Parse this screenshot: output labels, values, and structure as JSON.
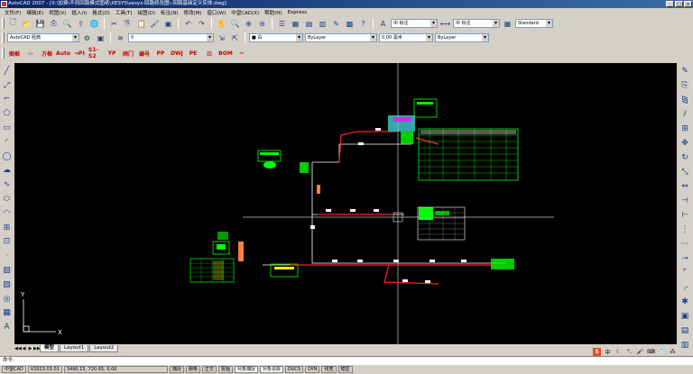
{
  "window": {
    "title": "AutoCAD 2007 - [X:\\加费\\不同回路模式图纸\\XESYS\\xesys-回路修改图\\-回路基础定义实体.dwg]",
    "controls": [
      "_",
      "□",
      "×"
    ]
  },
  "menu": [
    "文件(F)",
    "编辑(E)",
    "视图(V)",
    "插入(I)",
    "格式(O)",
    "工具(T)",
    "绘图(D)",
    "标注(N)",
    "修改(M)",
    "窗口(W)",
    "中望CAD(X)",
    "帮助(H)",
    "Express"
  ],
  "toolbar_row1": {
    "text_style": "中 标注",
    "dim_style": "中 标注",
    "table_style": "Standard"
  },
  "toolbar_row2": {
    "workspace": "AutoCAD 经典",
    "layer": "0",
    "color": "■ 白",
    "linetype": "ByLayer",
    "lineweight": "0.00 毫米",
    "plotstyle": "ByLayer"
  },
  "toolbar_row3": {
    "buttons": [
      "图框",
      "▭",
      "方框",
      "Auto",
      "→PI",
      "S1-S2",
      "YP",
      "阀门",
      "编号",
      "PP",
      "DWJ",
      "PE",
      "▥",
      "BOM",
      "✂"
    ]
  },
  "layout_tabs": {
    "nav": [
      "◀◀",
      "◀",
      "▶",
      "▶▶"
    ],
    "tabs": [
      "模型",
      "Layout1",
      "Layout2"
    ]
  },
  "command": {
    "prompt": "命令:"
  },
  "status": {
    "coordinates": "3490.15, 720.65, 0.00",
    "app": "中望CAD",
    "version": "V2023.03.01",
    "buttons": [
      "捕捉",
      "栅格",
      "正交",
      "极轴",
      "对象捕捉",
      "对象追踪",
      "DUCS",
      "DYN",
      "线宽",
      "模型"
    ]
  },
  "ucs": {
    "x_label": "X",
    "y_label": "Y"
  },
  "colors": {
    "canvas": "#000000",
    "pipe_red": "#ff2020",
    "pipe_white": "#ffffff",
    "green": "#00ff00"
  }
}
